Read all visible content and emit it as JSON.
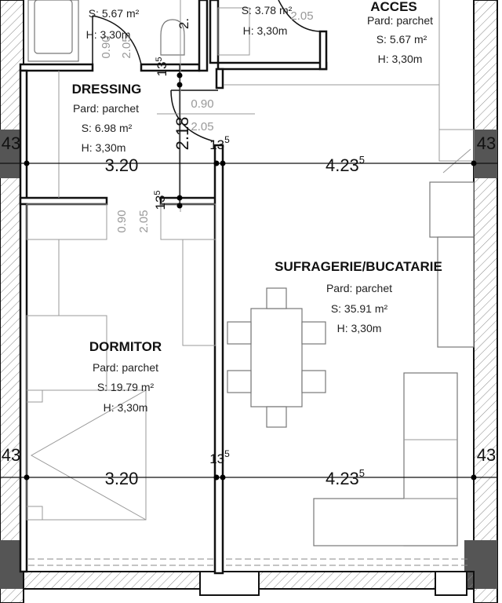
{
  "rooms": {
    "bath1": {
      "area": "S: 5.67 m²",
      "height": "H: 3,30m"
    },
    "bath2": {
      "area": "S: 3.78 m²",
      "height": "H: 3,30m"
    },
    "acces": {
      "title": "ACCES",
      "floor": "Pard: parchet",
      "area": "S: 5.67 m²",
      "height": "H: 3,30m"
    },
    "dressing": {
      "title": "DRESSING",
      "floor": "Pard: parchet",
      "area": "S: 6.98 m²",
      "height": "H: 3,30m"
    },
    "living": {
      "title": "SUFRAGERIE/BUCATARIE",
      "floor": "Pard: parchet",
      "area": "S: 35.91 m²",
      "height": "H: 3,30m"
    },
    "dormitor": {
      "title": "DORMITOR",
      "floor": "Pard: parchet",
      "area": "S: 19.79 m²",
      "height": "H: 3,30m"
    }
  },
  "dimensions": {
    "left_width": "3.20",
    "right_width": "4.23",
    "right_width_sup": "5",
    "wall": "13",
    "wall_sup": "5",
    "outer_wall": "43",
    "dressing_height": "2.18",
    "partition_top": "13",
    "partition_top_sup": "5",
    "partition_mid": "13",
    "partition_mid_sup": "5",
    "door_width": "0.90",
    "door_height": "2.05",
    "bath_door_width": "0.90",
    "bath_door_height": "2.05",
    "bath_height_partial": "2.",
    "bath2_door_height": "2.05"
  }
}
